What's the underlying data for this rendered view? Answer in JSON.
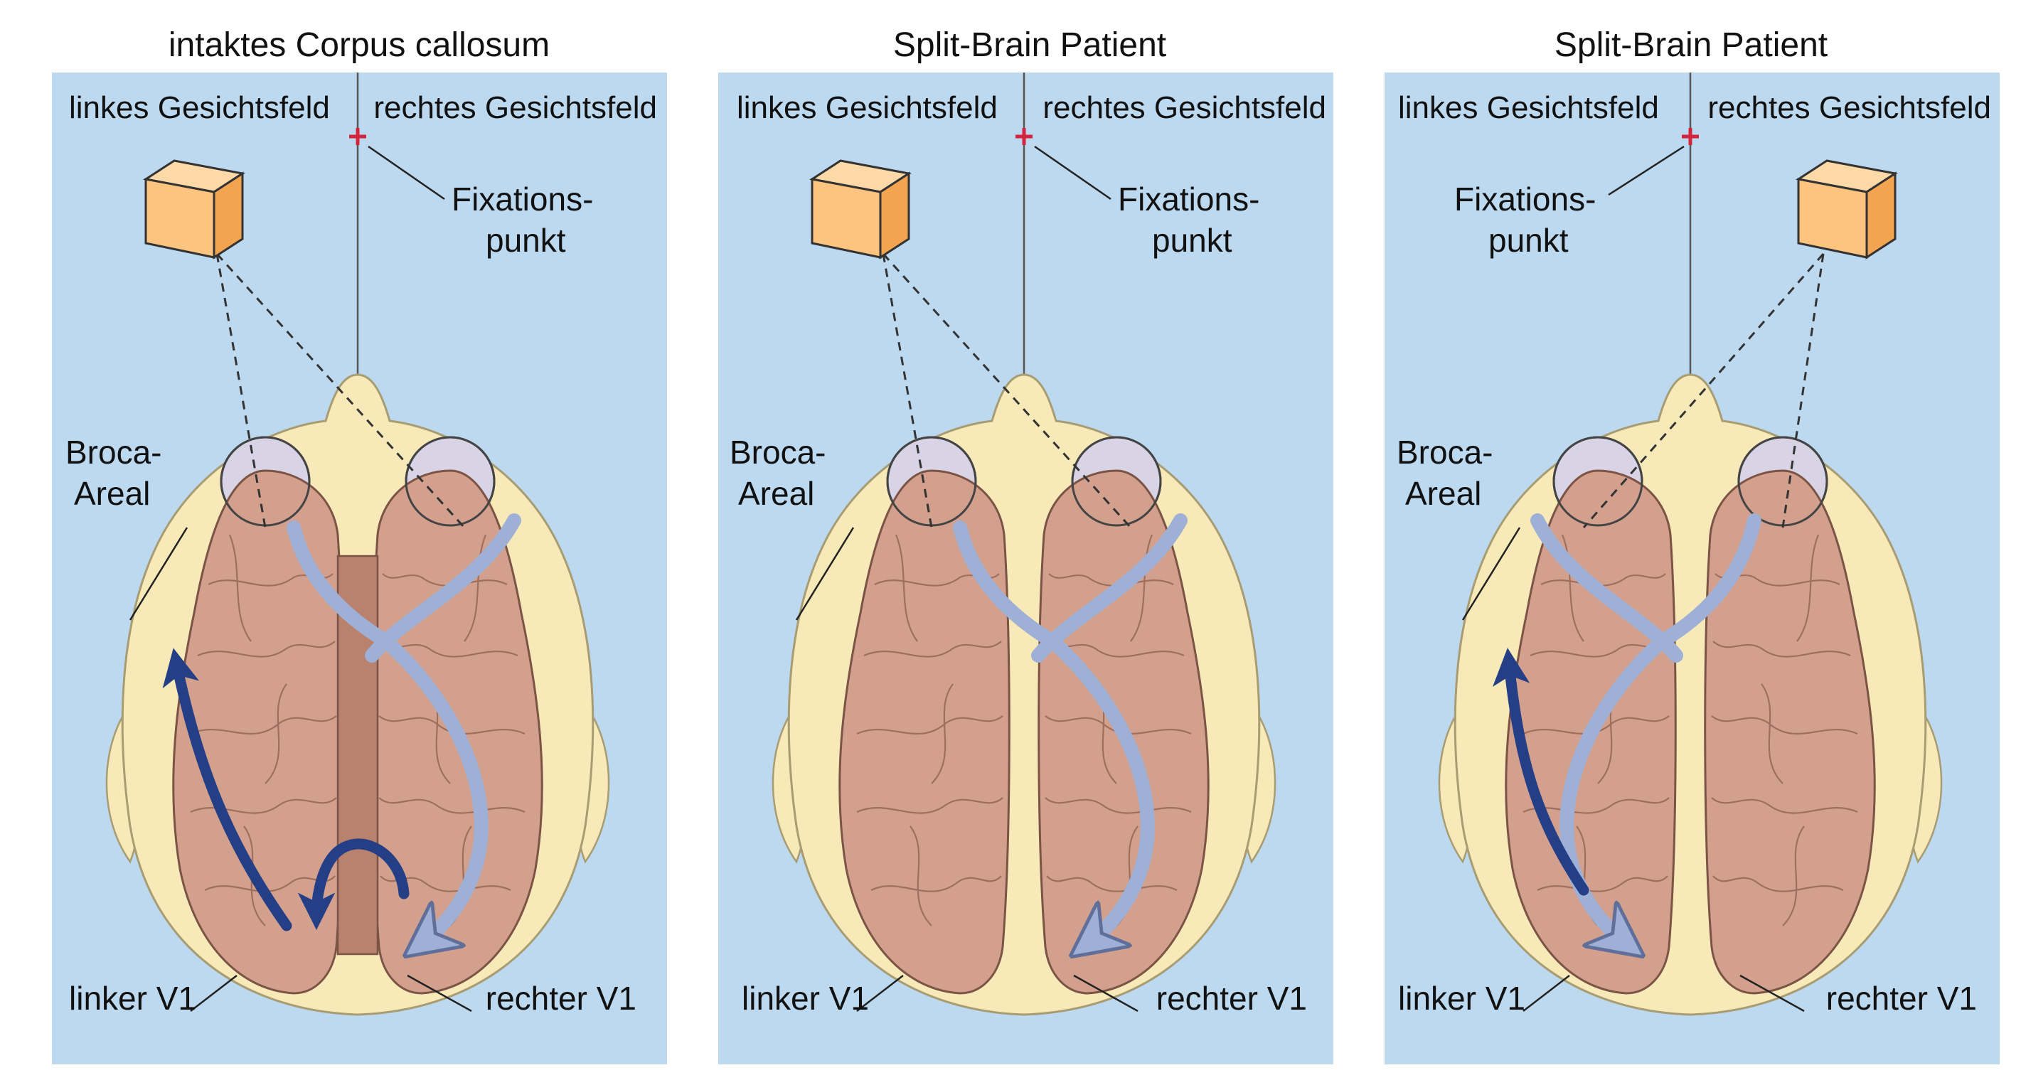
{
  "colors": {
    "background": "#bcd9f0",
    "head": "#f7e9b8",
    "brain": "#d3a08e",
    "eye": "#d8d4e6",
    "pathway": "#9fb0d6",
    "arrow_dark": "#243f86",
    "cube_light": "#fcc47e",
    "cube_dark": "#f3a450",
    "fixation_mark": "#d6243c"
  },
  "panels": [
    {
      "title": "intaktes Corpus callosum",
      "left_field": "linkes Gesichtsfeld",
      "right_field": "rechtes Gesichtsfeld",
      "fixation_line1": "Fixations-",
      "fixation_line2": "punkt",
      "broca_line1": "Broca-",
      "broca_line2": "Areal",
      "left_v1": "linker V1",
      "right_v1": "rechter V1",
      "stimulus_side": "left",
      "corpus_callosum": "intact"
    },
    {
      "title": "Split-Brain Patient",
      "left_field": "linkes Gesichtsfeld",
      "right_field": "rechtes Gesichtsfeld",
      "fixation_line1": "Fixations-",
      "fixation_line2": "punkt",
      "broca_line1": "Broca-",
      "broca_line2": "Areal",
      "left_v1": "linker V1",
      "right_v1": "rechter V1",
      "stimulus_side": "left",
      "corpus_callosum": "severed"
    },
    {
      "title": "Split-Brain Patient",
      "left_field": "linkes Gesichtsfeld",
      "right_field": "rechtes Gesichtsfeld",
      "fixation_line1": "Fixations-",
      "fixation_line2": "punkt",
      "broca_line1": "Broca-",
      "broca_line2": "Areal",
      "left_v1": "linker V1",
      "right_v1": "rechter V1",
      "stimulus_side": "right",
      "corpus_callosum": "severed"
    }
  ]
}
